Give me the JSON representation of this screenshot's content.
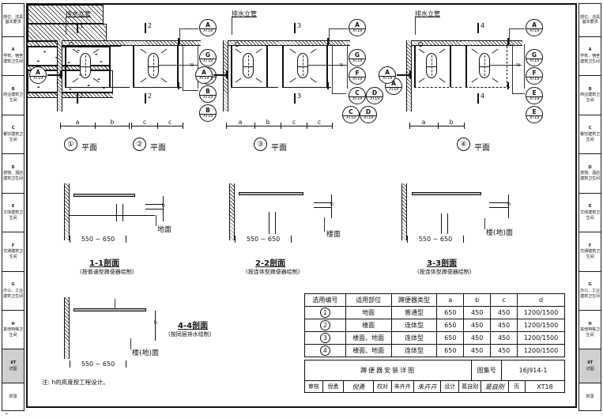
{
  "sheet": {
    "drawing_no_label": "图集号",
    "drawing_no": "16J914-1",
    "page_label": "页",
    "page_no": "XT18",
    "title": "蹲便器安装详图",
    "note": "注: h的高度按工程设计。"
  },
  "side_index": {
    "items": [
      {
        "code": "",
        "label": "部位、洁具基本要求",
        "active": false
      },
      {
        "code": "A",
        "label": "学校、宿舍建筑卫生间",
        "active": false
      },
      {
        "code": "B",
        "label": "商业建筑卫生间",
        "active": false
      },
      {
        "code": "C",
        "label": "餐饮建筑卫生间",
        "active": false
      },
      {
        "code": "D",
        "label": "旅馆、酒店建筑卫生间",
        "active": false
      },
      {
        "code": "E",
        "label": "文体建筑卫生间",
        "active": false
      },
      {
        "code": "F",
        "label": "交通建筑卫生间",
        "active": false
      },
      {
        "code": "G",
        "label": "办公、工业建筑卫生间",
        "active": false
      },
      {
        "code": "H",
        "label": "其他特殊卫生间",
        "active": false
      },
      {
        "code": "XT",
        "label": "详图",
        "active": true
      },
      {
        "code": "",
        "label": "附录",
        "active": false
      }
    ]
  },
  "plans": {
    "riser_label": "排水立管",
    "plan_word": "平面",
    "dim_a": "a",
    "dim_b": "b",
    "dim_c": "c",
    "dim_d": "d",
    "items": [
      {
        "num": "①",
        "section_tag": "1"
      },
      {
        "num": "②",
        "section_tag": "2"
      },
      {
        "num": "③",
        "section_tag": "3"
      },
      {
        "num": "④",
        "section_tag": "4"
      }
    ],
    "marker_sub": "XT19",
    "markers": {
      "p1_left": "A",
      "p2_top": "A",
      "p2_col": [
        "G",
        "F",
        "B",
        "B"
      ],
      "p3_top": "A",
      "p3_col": [
        "G",
        "F",
        "C",
        "C"
      ],
      "p3_col2": [
        "D",
        "D"
      ],
      "p3_right": "A",
      "p4_left": "A",
      "p4_top": "A",
      "p4_col": [
        "G",
        "F",
        "E",
        "E"
      ]
    }
  },
  "sections": [
    {
      "title": "1-1剖面",
      "sub": "(按普通型蹲便器绘制)",
      "dim": "550 ~ 650",
      "floor_label": "地面",
      "h": "h"
    },
    {
      "title": "2-2剖面",
      "sub": "(按连体型蹲便器绘制)",
      "dim": "550 ~ 650",
      "floor_label": "楼面",
      "h": "h"
    },
    {
      "title": "3-3剖面",
      "sub": "(按连体型蹲便器绘制)",
      "dim": "550 ~ 650",
      "floor_label": "楼(地)面",
      "h": "h"
    },
    {
      "title": "4-4剖面",
      "sub": "(按同层排水绘制)",
      "dim": "550 ~ 650",
      "floor_label": "楼(地)面",
      "h": "h"
    }
  ],
  "table": {
    "headers": [
      "选用编号",
      "适用部位",
      "蹲便器类型",
      "a",
      "b",
      "c",
      "d"
    ],
    "rows": [
      {
        "no": "1",
        "part": "地面",
        "type": "普通型",
        "a": "650",
        "b": "450",
        "c": "450",
        "d": "1200/1500"
      },
      {
        "no": "2",
        "part": "楼面",
        "type": "连体型",
        "a": "650",
        "b": "450",
        "c": "450",
        "d": "1200/1500"
      },
      {
        "no": "3",
        "part": "楼面、地面",
        "type": "连体型",
        "a": "650",
        "b": "450",
        "c": "450",
        "d": "1200/1500"
      },
      {
        "no": "4",
        "part": "楼面、地面",
        "type": "连体型",
        "a": "650",
        "b": "450",
        "c": "450",
        "d": "1200/1500"
      }
    ]
  },
  "titleblock": {
    "review_label": "审核",
    "review_name": "倪勇",
    "review_sign": "倪勇",
    "check_label": "校对",
    "check_name": "朱卉卉",
    "check_sign": "朱卉卉",
    "design_label": "设计",
    "design_name": "葛自刚",
    "design_sign": "葛自刚"
  }
}
